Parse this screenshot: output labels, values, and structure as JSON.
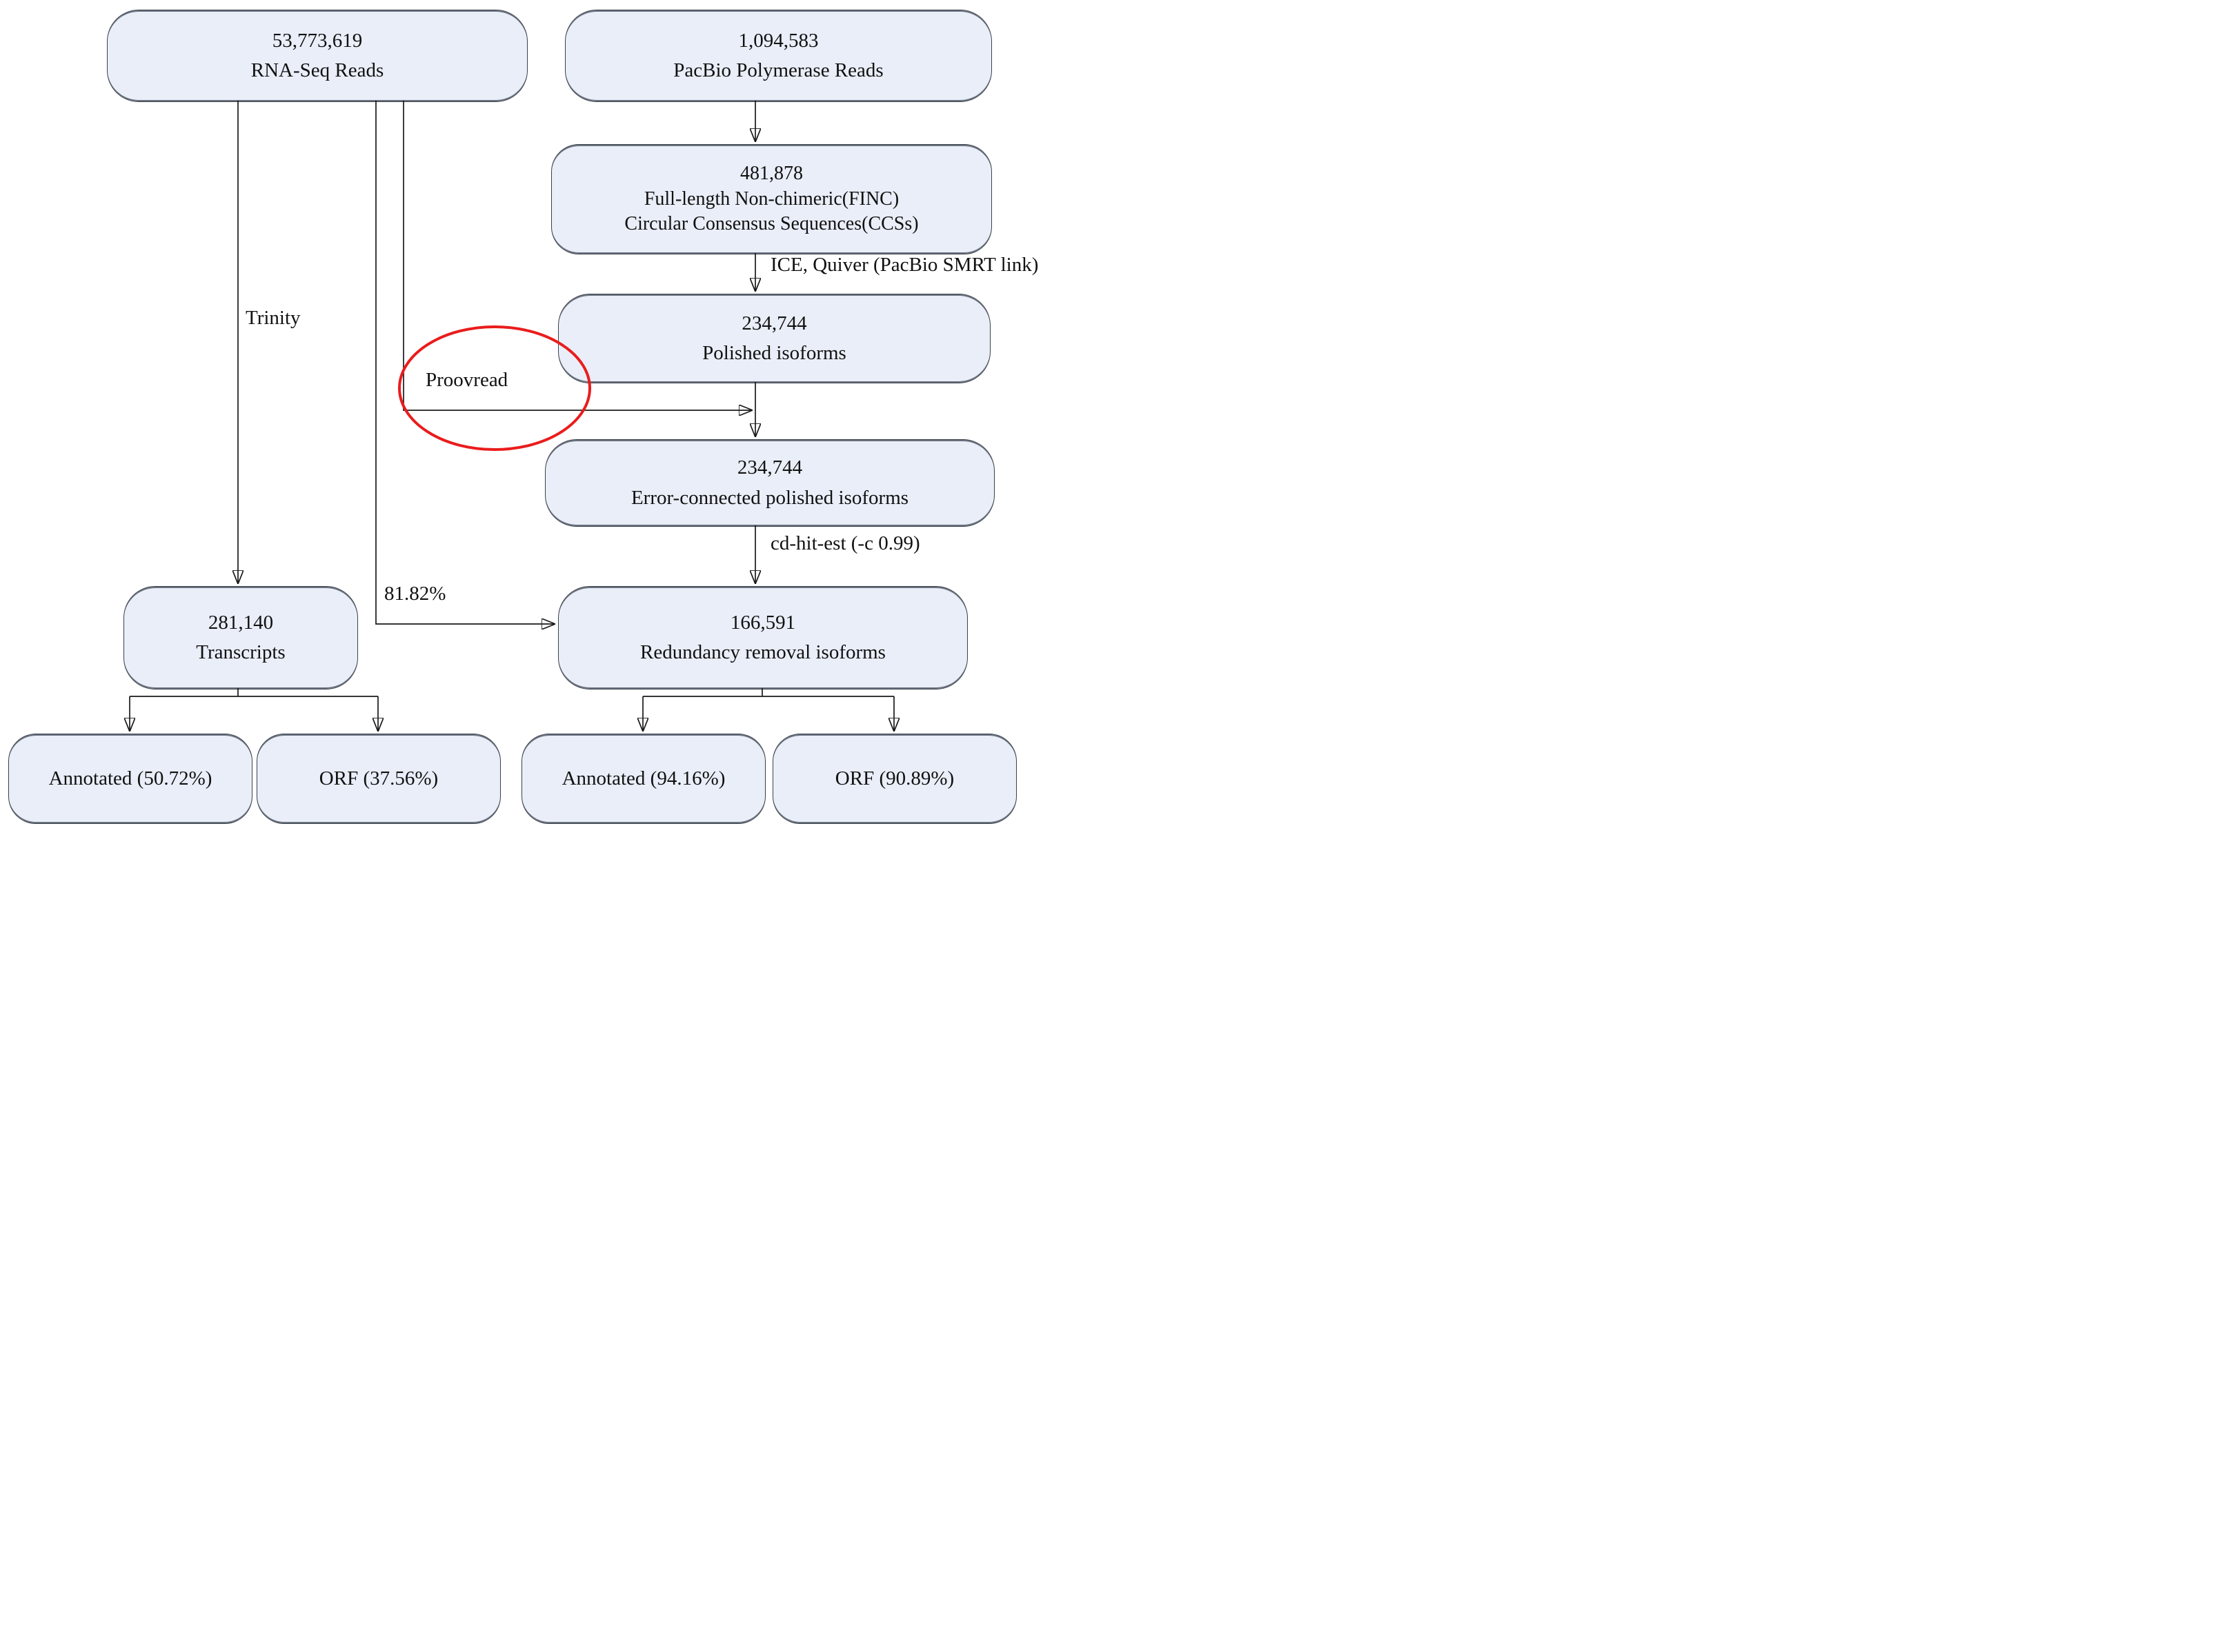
{
  "diagram": {
    "title_hint": "Transcriptome assembly flowchart",
    "colors": {
      "node_fill": "#e9eef8",
      "node_border": "#3a4048",
      "wire": "#1a1a1a",
      "highlight_ellipse": "#ea1c1c",
      "background": "#ffffff"
    },
    "nodes": {
      "rna_seq": {
        "count": "53,773,619",
        "label": "RNA-Seq Reads"
      },
      "pacbio": {
        "count": "1,094,583",
        "label": "PacBio Polymerase Reads"
      },
      "flnc": {
        "count": "481,878",
        "label_line1": "Full-length Non-chimeric(FINC)",
        "label_line2": "Circular Consensus Sequences(CCSs)"
      },
      "polished": {
        "count": "234,744",
        "label": "Polished isoforms"
      },
      "error_corrected": {
        "count": "234,744",
        "label": "Error-connected polished isoforms"
      },
      "redundancy": {
        "count": "166,591",
        "label": "Redundancy removal isoforms"
      },
      "transcripts": {
        "count": "281,140",
        "label": "Transcripts"
      },
      "annotated_left": {
        "label": "Annotated (50.72%)"
      },
      "orf_left": {
        "label": "ORF (37.56%)"
      },
      "annotated_right": {
        "label": "Annotated (94.16%)"
      },
      "orf_right": {
        "label": "ORF (90.89%)"
      }
    },
    "edge_labels": {
      "trinity": "Trinity",
      "proovread": "Proovread",
      "percent": "81.82%",
      "ice_quiver": "ICE, Quiver (PacBio SMRT link)",
      "cd_hit": "cd-hit-est (-c 0.99)"
    }
  }
}
